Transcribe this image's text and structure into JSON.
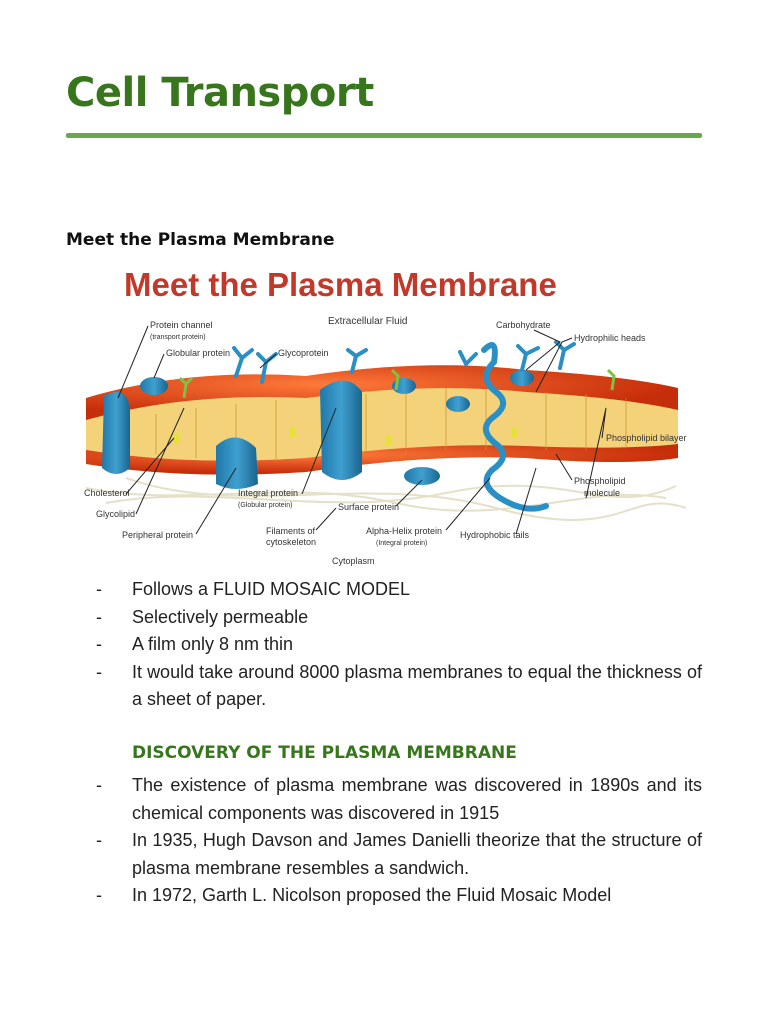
{
  "page": {
    "title": "Cell Transport",
    "subheading": "Meet the Plasma Membrane",
    "accent_color": "#38761d",
    "rule_color": "#6aa84f"
  },
  "figure": {
    "heading": "Meet the Plasma Membrane",
    "heading_color": "#c0392b",
    "labels": {
      "protein_channel": "Protein channel",
      "transport_protein": "(transport protein)",
      "globular_protein": "Globular protein",
      "glycoprotein": "Glycoprotein",
      "extracellular_fluid": "Extracellular Fluid",
      "carbohydrate": "Carbohydrate",
      "hydrophilic_heads": "Hydrophilic heads",
      "phospholipid_bilayer": "Phospholipid bilayer",
      "phospholipid_molecule_1": "Phospholipid",
      "phospholipid_molecule_2": "molecule",
      "cholesterol": "Cholesterol",
      "glycolipid": "Glycolipid",
      "peripheral_protein": "Peripheral protein",
      "integral_protein": "Integral protein",
      "globular_protein_paren": "(Globular protein)",
      "filaments_1": "Filaments of",
      "filaments_2": "cytoskeleton",
      "surface_protein": "Surface protein",
      "alpha_helix": "Alpha-Helix protein",
      "integral_protein_paren": "(Integral protein)",
      "hydrophobic_tails": "Hydrophobic tails",
      "cytoplasm": "Cytoplasm"
    }
  },
  "bullets_intro": [
    "Follows a FLUID MOSAIC MODEL",
    "Selectively permeable",
    "A film only 8 nm thin",
    "It would take around 8000 plasma membranes to equal the thickness of a sheet of paper."
  ],
  "section": {
    "heading": "DISCOVERY OF THE PLASMA MEMBRANE",
    "bullets": [
      "The existence of plasma membrane was discovered in 1890s and its chemical components was discovered in 1915",
      "In 1935, Hugh Davson and James Danielli theorize that the structure of plasma membrane resembles a sandwich.",
      "In 1972, Garth L. Nicolson proposed the Fluid Mosaic Model"
    ]
  },
  "dash": "-"
}
